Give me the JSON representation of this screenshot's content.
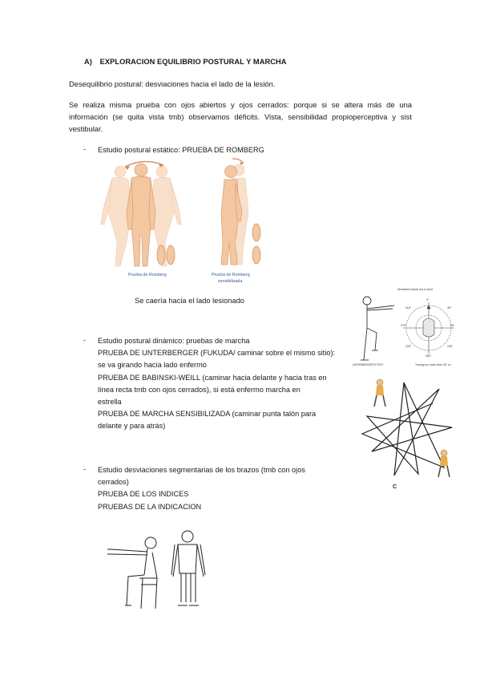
{
  "section": {
    "number": "A)",
    "title": "EXPLORACION EQUILIBRIO POSTURAL Y MARCHA"
  },
  "paragraphs": [
    "Desequilibrio postural: desviaciones hacia el lado de la lesión.",
    "Se realiza misma prueba con ojos abiertos y ojos cerrados: porque si se altera más de una información (se quita vista tmb) observamos déficits. Vista, sensibilidad propioperceptiva y sist vestibular."
  ],
  "bullets": [
    {
      "dash": "-",
      "lines": [
        "Estudio postural estático: PRUEBA DE ROMBERG"
      ]
    },
    {
      "dash": "-",
      "lines": [
        "Estudio postural dinámico: pruebas de marcha",
        "PRUEBA DE UNTERBERGER (FUKUDA/ caminar sobre el mismo sitio):",
        "se va girando hacia lado enfermo",
        "PRUEBA DE BABINSKI-WEILL (caminar hacia delante y hacia tras en",
        "línea recta tmb con ojos cerrados), si está enfermo marcha en",
        "estrella",
        "PRUEBA DE MARCHA SENSIBILIZADA (caminar punta talón para",
        "delante y para atrás)"
      ]
    },
    {
      "dash": "-",
      "lines": [
        "Estudio desviaciones segmentarias de los brazos (tmb con ojos",
        "cerrados)",
        "PRUEBA DE LOS INDICES",
        "PRUEBAS DE LA INDICACION"
      ]
    }
  ],
  "romberg_figure": {
    "label_left": "Prueba de Romberg",
    "label_right_line1": "Prueba de Romberg",
    "label_right_line2": "sensibilizada",
    "skin_color": "#f3c7a0",
    "label_color": "#3a5a9a"
  },
  "caption": "Se caería hacia el lado lesionado",
  "unterberger_figure": {
    "top_label": "Stretched hands out in front",
    "caption_left": "UNTERBERGER'S TEST",
    "caption_right": "Turning too much than 45° on",
    "angles": [
      "0°",
      "45°",
      "90°",
      "135°",
      "180°",
      "225°",
      "270°",
      "315°"
    ]
  },
  "star_figure": {
    "corner_label": "C"
  }
}
